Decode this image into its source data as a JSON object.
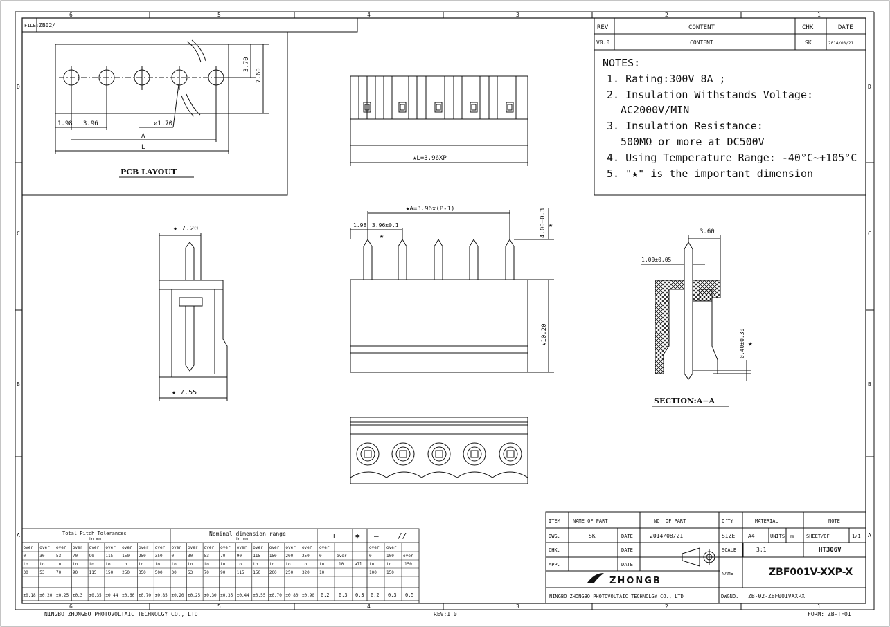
{
  "file": {
    "label": "FILE:",
    "value": "ZB02/"
  },
  "zones_top": [
    "6",
    "5",
    "4",
    "3",
    "2",
    "1"
  ],
  "zones_side": [
    "D",
    "C",
    "B",
    "A"
  ],
  "revision": {
    "headers": [
      "REV",
      "CONTENT",
      "CHK",
      "DATE"
    ],
    "rows": [
      [
        "V0.0",
        "CONTENT",
        "SK",
        "2014/08/21"
      ]
    ]
  },
  "notes": {
    "title": "NOTES:",
    "lines": [
      "1. Rating:300V 8A ;",
      "2. Insulation Withstands Voltage:",
      "AC2000V/MIN",
      "3. Insulation Resistance:",
      "500MΩ or more at DC500V",
      "4. Using Temperature Range:  -40°C~+105°C",
      "5. \"★\" is the important dimension"
    ]
  },
  "pcb_layout": {
    "caption": "PCB LAYOUT",
    "dims": {
      "d198": "1.98",
      "d396": "3.96",
      "hole": "ø1.70",
      "a": "A",
      "l": "L",
      "d370": "3.70",
      "d760": "7.60"
    }
  },
  "top_view": {
    "dim": "★L=3.96XP"
  },
  "front_view": {
    "a": "★A=3.96x(P-1)",
    "d198": "1.98",
    "pitch": "3.96±0.1",
    "star": "★",
    "h400": "4.00±0.3",
    "h1020": "★10.20",
    "side_star": "★"
  },
  "side_view": {
    "w720": "★ 7.20",
    "w755": "★ 7.55"
  },
  "section": {
    "caption": "SECTION:A−A",
    "d360": "3.60",
    "d100": "1.00±0.05",
    "d040": "0.40±0.30",
    "star": "★"
  },
  "tolerances": {
    "title": "Total Pitch Tolerances",
    "unit": "in mm",
    "nominal_title": "Nominal dimension range",
    "nominal_unit": "in mm",
    "symbols": [
      "⊥",
      "≑",
      "—",
      "//"
    ],
    "over": "over",
    "to": "to",
    "all": "all",
    "pitch_from": [
      "0",
      "30",
      "53",
      "70",
      "90",
      "115",
      "150",
      "250",
      "350"
    ],
    "pitch_to": [
      "30",
      "53",
      "70",
      "90",
      "115",
      "150",
      "250",
      "350",
      "500"
    ],
    "pitch_tol": [
      "±0.18",
      "±0.20",
      "±0.25",
      "±0.3",
      "±0.35",
      "±0.44",
      "±0.60",
      "±0.70",
      "±0.85"
    ],
    "nom_from": [
      "0",
      "30",
      "53",
      "70",
      "90",
      "115",
      "150",
      "200",
      "250"
    ],
    "nom_to": [
      "30",
      "53",
      "70",
      "90",
      "115",
      "150",
      "200",
      "250",
      "320"
    ],
    "nom_tol": [
      "±0.20",
      "±0.25",
      "±0.30",
      "±0.35",
      "±0.44",
      "±0.55",
      "±0.70",
      "±0.80",
      "±0.90"
    ],
    "perp_from": [
      "0",
      "over"
    ],
    "perp_to": [
      "10",
      "10"
    ],
    "perp_tol": [
      "0.2",
      "0.3"
    ],
    "sym_tol": "0.3",
    "flat_from": [
      "0",
      "100",
      "over"
    ],
    "flat_to": [
      "100",
      "150",
      "150"
    ],
    "flat_tol": [
      "0.2",
      "0.3",
      "0.5"
    ]
  },
  "title_block": {
    "item": "ITEM",
    "name_of_part": "NAME OF PART",
    "no_of_part": "NO. OF PART",
    "qty": "Q'TY",
    "material": "MATERIAL",
    "note": "NOTE",
    "dwg": "DWG.",
    "dwg_by": "SK",
    "date": "DATE",
    "dwg_date": "2014/08/21",
    "size": "SIZE",
    "size_val": "A4",
    "units": "UNITS",
    "units_val": "mm",
    "sheet_of": "SHEET/OF",
    "sheet_val": "1/1",
    "chk": "CHK.",
    "app": "APP.",
    "scale": "SCALE",
    "scale_val": "3:1",
    "material_val": "HT306V",
    "name_label": "NAME",
    "part_name": "ZBF001V-XXP-X",
    "logo_text": "ZHONGB",
    "company": "NINGBO ZHONGBO PHOTOVOLTAIC TECHNOLGY CO., LTD",
    "dwgno_label": "DWGNO.",
    "dwgno": "ZB-02-ZBF001VXXPX"
  },
  "footer": {
    "company": "NINGBO ZHONGBO PHOTOVOLTAIC TECHNOLGY CO., LTD",
    "rev": "REV:1.0",
    "form": "FORM: ZB-TF01"
  }
}
